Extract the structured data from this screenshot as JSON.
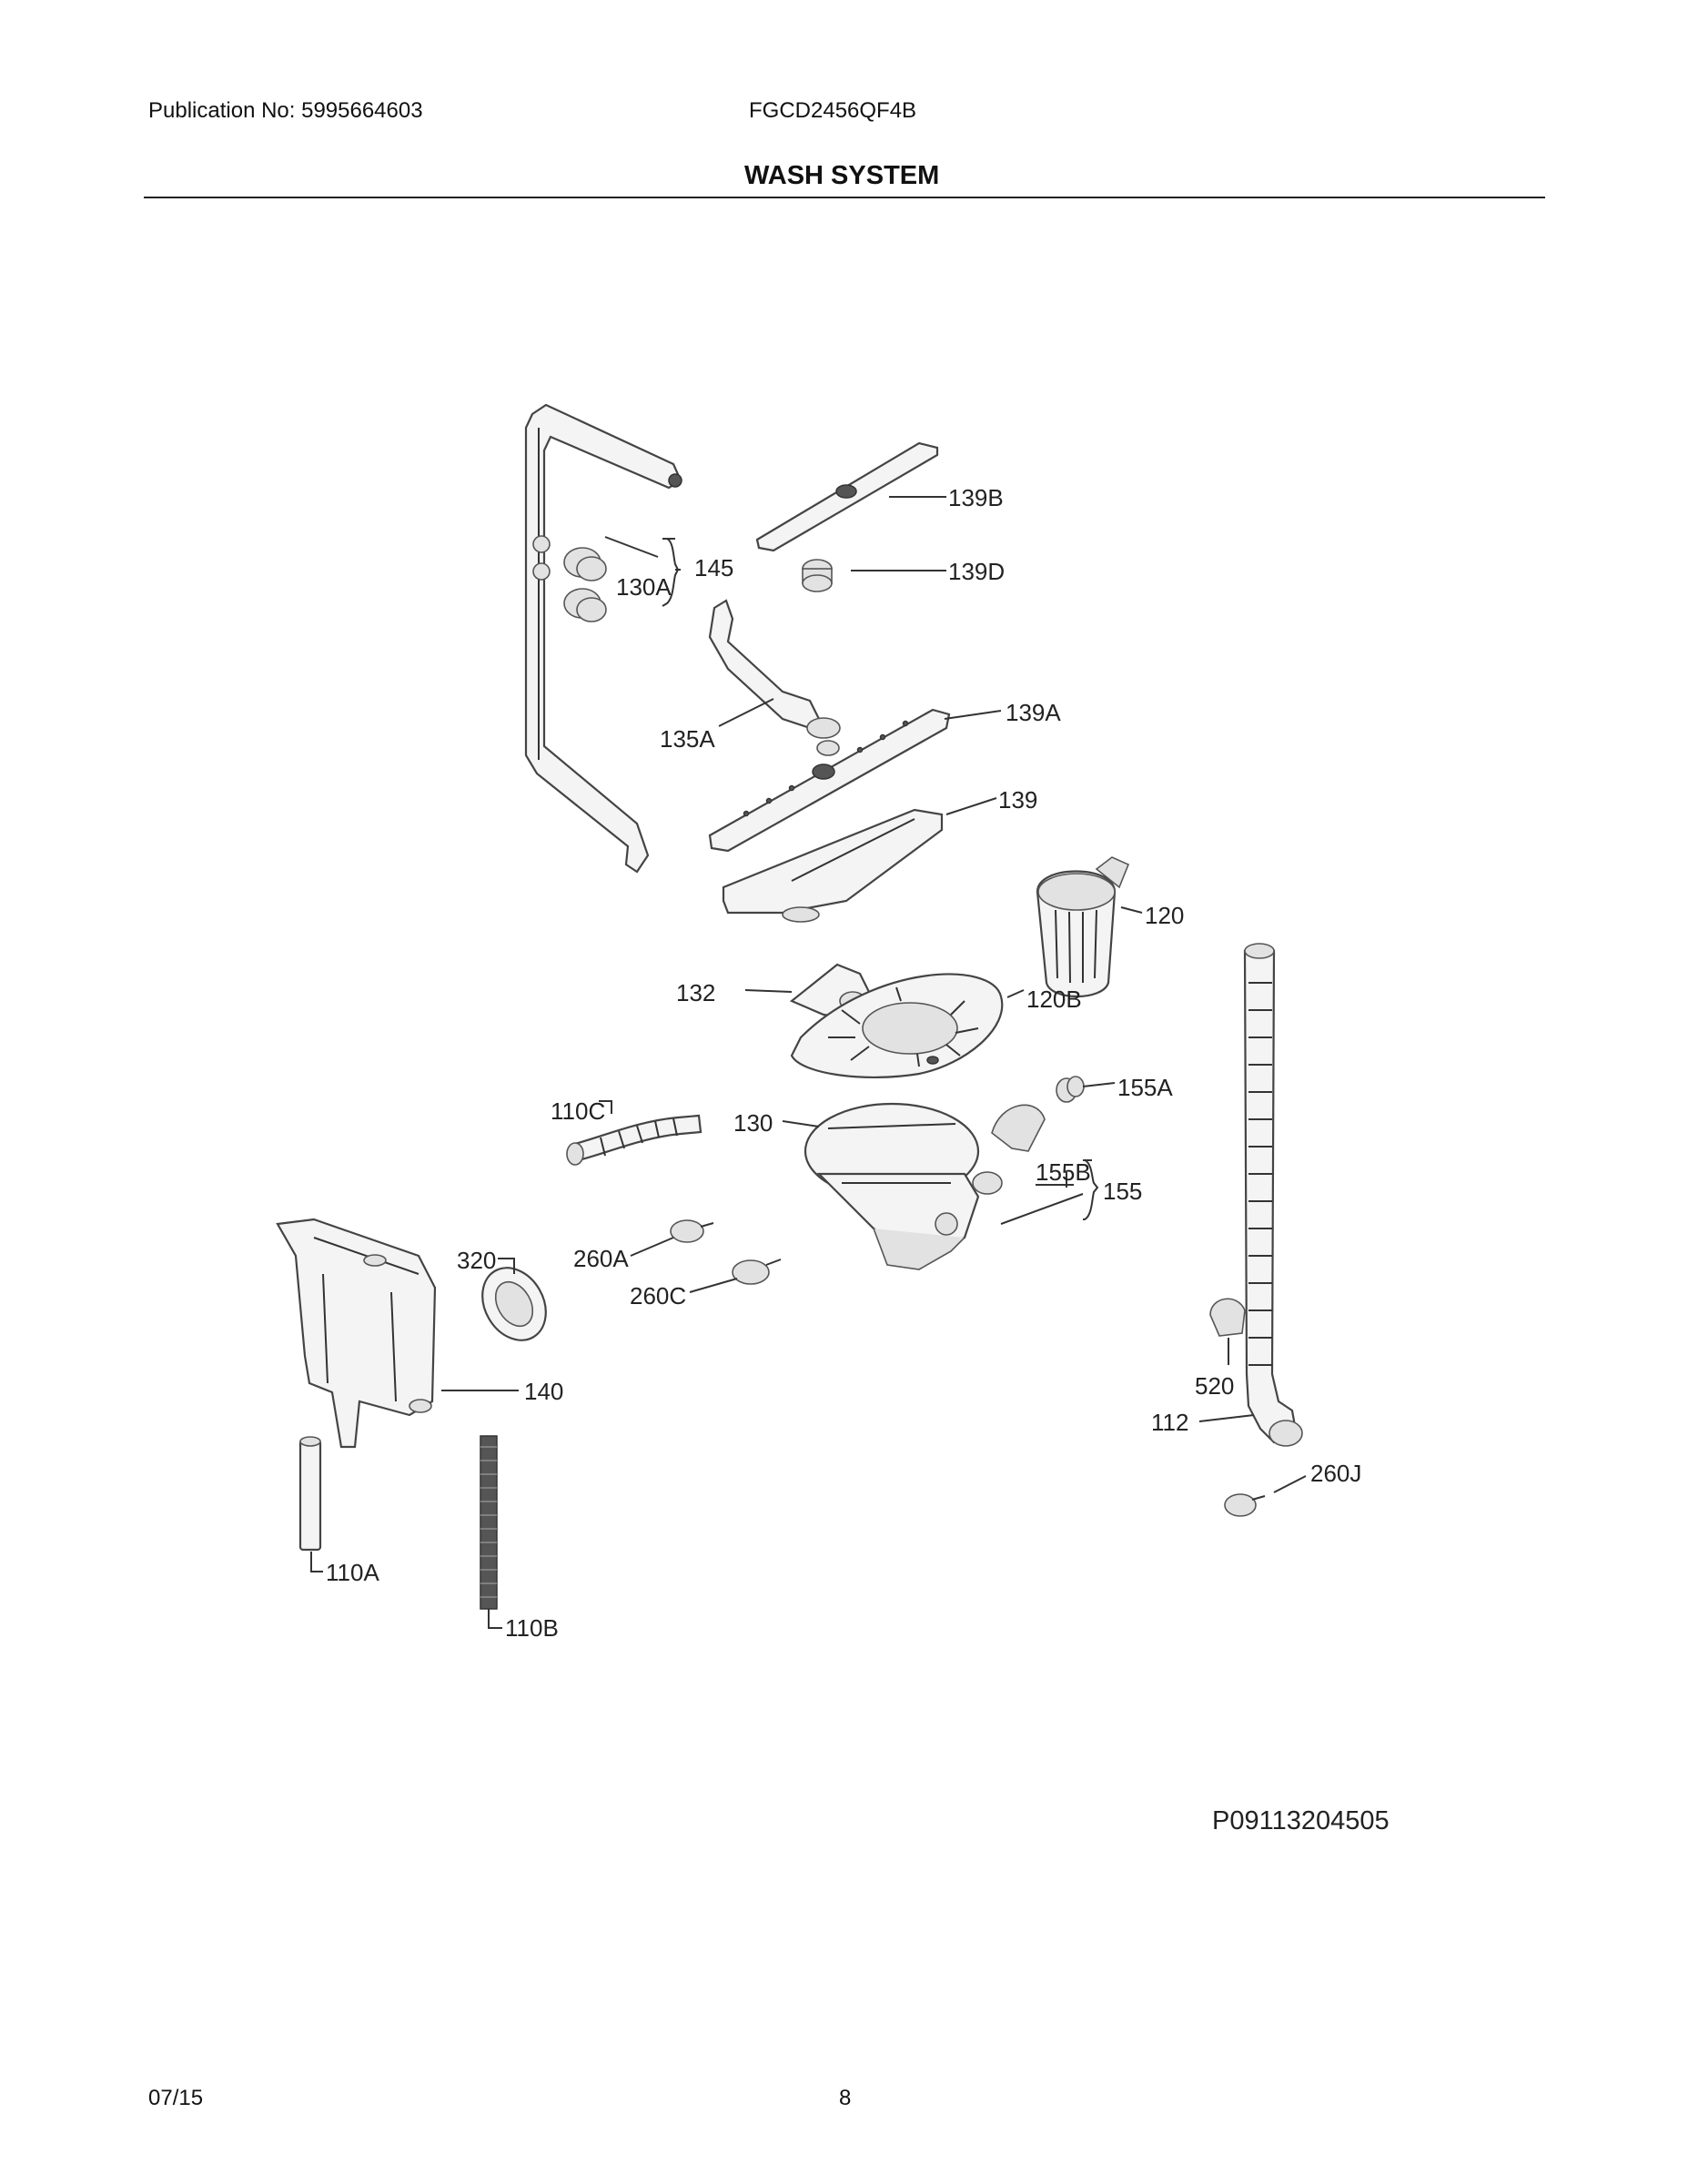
{
  "header": {
    "publication": "Publication No: 5995664603",
    "model": "FGCD2456QF4B",
    "section_title": "WASH SYSTEM"
  },
  "diagram": {
    "id": "P09113204505",
    "callouts": {
      "c139B": "139B",
      "c139D": "139D",
      "c145": "145",
      "c130A": "130A",
      "c135A": "135A",
      "c139A": "139A",
      "c139": "139",
      "c120": "120",
      "c132": "132",
      "c120B_num": "120",
      "c120B_sfx": "B",
      "c155A_num": "155",
      "c155A_sfx": "A",
      "c110C_num": "110",
      "c110C_sfx": "C",
      "c130": "130",
      "c155B_num": "155",
      "c155B_sfx": "B",
      "c155": "155",
      "c260A_num": "260",
      "c260A_sfx": "A",
      "c260C_num": "260",
      "c260C_sfx": "C",
      "c320": "320",
      "c140": "140",
      "c520": "520",
      "c112": "112",
      "c260J_num": "260",
      "c260J_sfx": "J",
      "c110A_num": "110",
      "c110A_sfx": "A",
      "c110B": "110B"
    }
  },
  "footer": {
    "date": "07/15",
    "page": "8"
  }
}
